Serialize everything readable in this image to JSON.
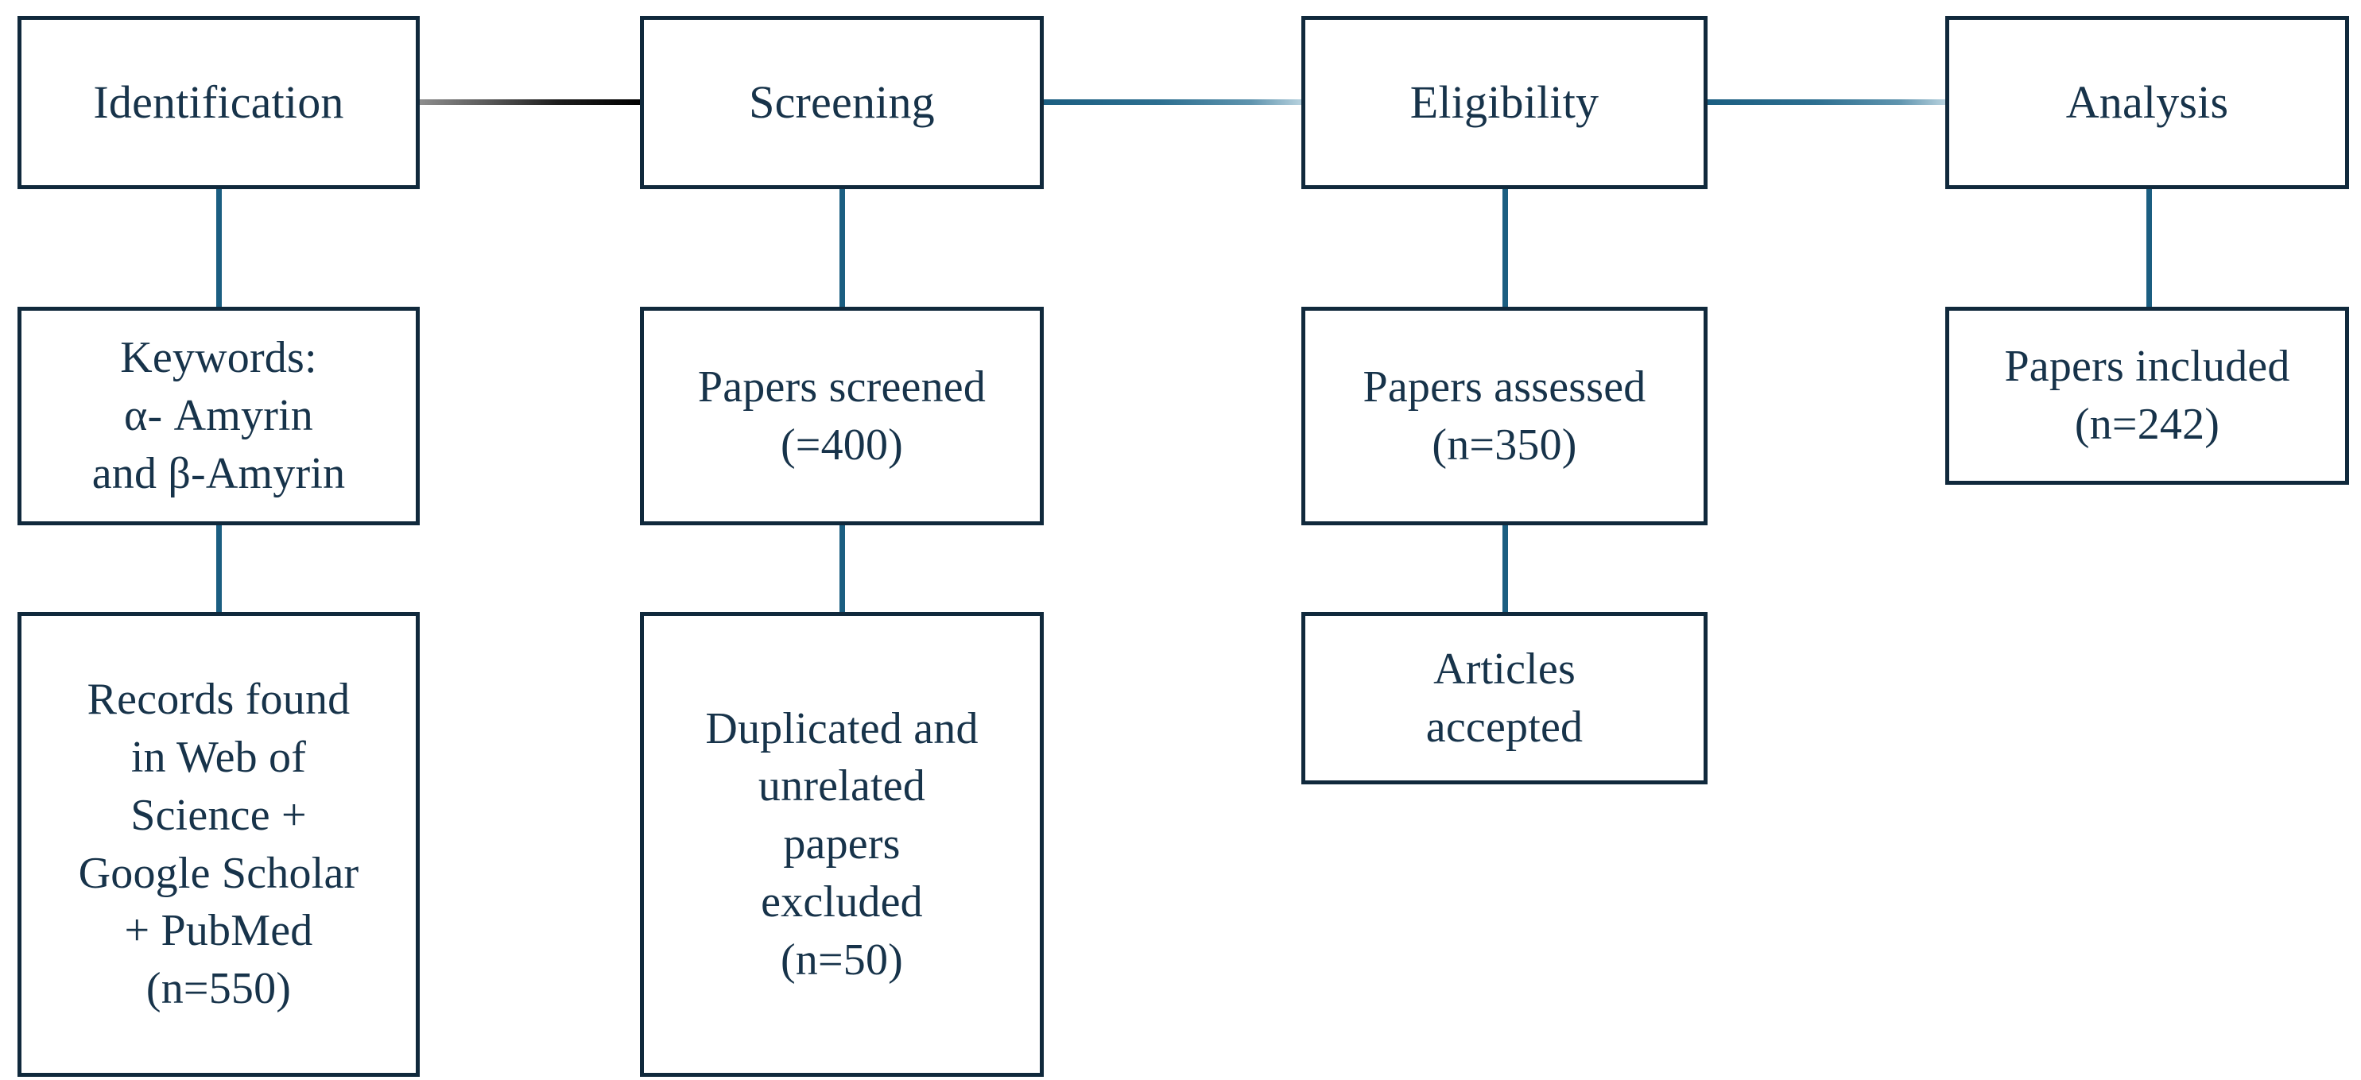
{
  "diagram": {
    "type": "prisma-flow-diagram",
    "colors": {
      "box_border": "#10293c",
      "text": "#17334a",
      "connector_blue": "#1b5e81",
      "connector_dark": "#000000",
      "background": "#ffffff"
    },
    "stages": [
      {
        "id": "identification",
        "label": "Identification"
      },
      {
        "id": "screening",
        "label": "Screening"
      },
      {
        "id": "eligibility",
        "label": "Eligibility"
      },
      {
        "id": "analysis",
        "label": "Analysis"
      }
    ],
    "nodes": {
      "keywords": {
        "label": "Keywords:\nα- Amyrin\nand β-Amyrin"
      },
      "records_found": {
        "label": "Records found\nin Web of\nScience +\nGoogle Scholar\n+ PubMed\n(n=550)"
      },
      "papers_screened": {
        "label": "Papers screened\n(=400)"
      },
      "papers_excluded": {
        "label": "Duplicated and\nunrelated\npapers\nexcluded\n(n=50)"
      },
      "papers_assessed": {
        "label": "Papers assessed\n(n=350)"
      },
      "articles_accepted": {
        "label": "Articles\naccepted"
      },
      "papers_included": {
        "label": "Papers included\n(n=242)"
      }
    },
    "counts": {
      "records_found": 550,
      "papers_screened": 400,
      "papers_excluded": 50,
      "papers_assessed": 350,
      "papers_included": 242
    }
  }
}
